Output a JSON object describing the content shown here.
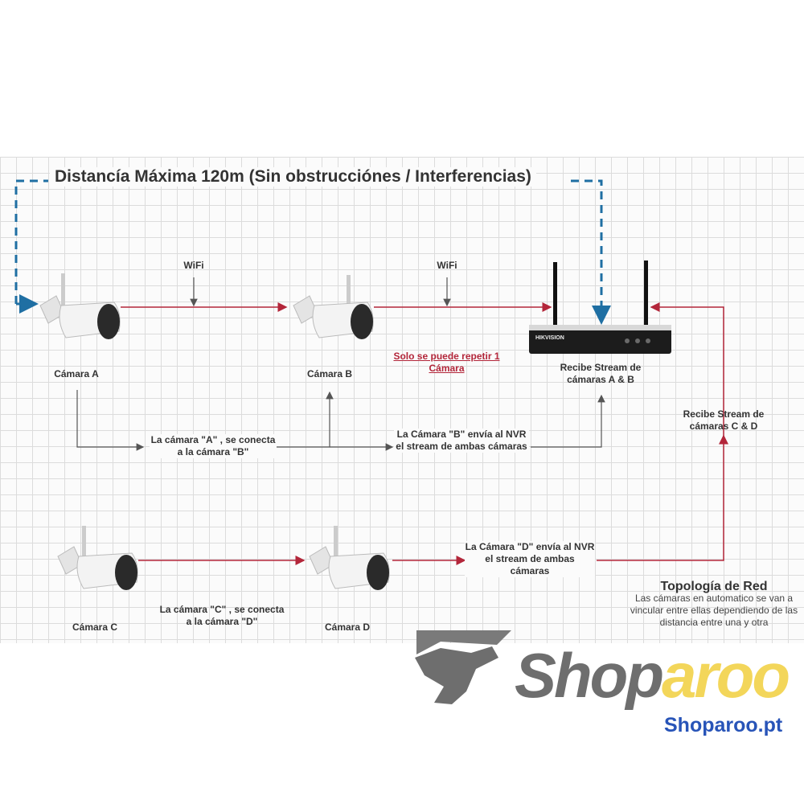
{
  "title": "Distancía Máxima 120m (Sin obstrucciónes / Interferencias)",
  "wifi_labels": [
    "WiFi",
    "WiFi"
  ],
  "cameras": {
    "a": "Cámara A",
    "b": "Cámara B",
    "c": "Cámara C",
    "d": "Cámara D"
  },
  "nvr": {
    "brand": "HIKVISION",
    "label_ab": "Recibe Stream de cámaras A & B",
    "label_cd": "Recibe Stream de cámaras C & D"
  },
  "repeat_note": "Solo se puede repetir 1 Cámara",
  "connection_ab": "La cámara \"A\" , se conecta a la cámara \"B\"",
  "send_b": "La Cámara \"B\" envía al NVR el stream de ambas cámaras",
  "connection_cd": "La cámara \"C\" , se conecta a la cámara \"D\"",
  "send_d": "La Cámara \"D\" envía al NVR el stream de ambas cámaras",
  "topology": {
    "title": "Topología de Red",
    "description": "Las cámaras en automatico se van a vincular entre ellas dependiendo de las distancia entre una y otra"
  },
  "brand": {
    "shop": "Shop",
    "aroo": "aroo",
    "url": "Shoparoo.pt"
  },
  "colors": {
    "link_red": "#b3263a",
    "dashed_blue": "#1f6fa3",
    "connector_gray": "#555555",
    "brand_gray": "#6e6e6e",
    "brand_yellow": "#f3d65a",
    "url_blue": "#2854b8"
  }
}
